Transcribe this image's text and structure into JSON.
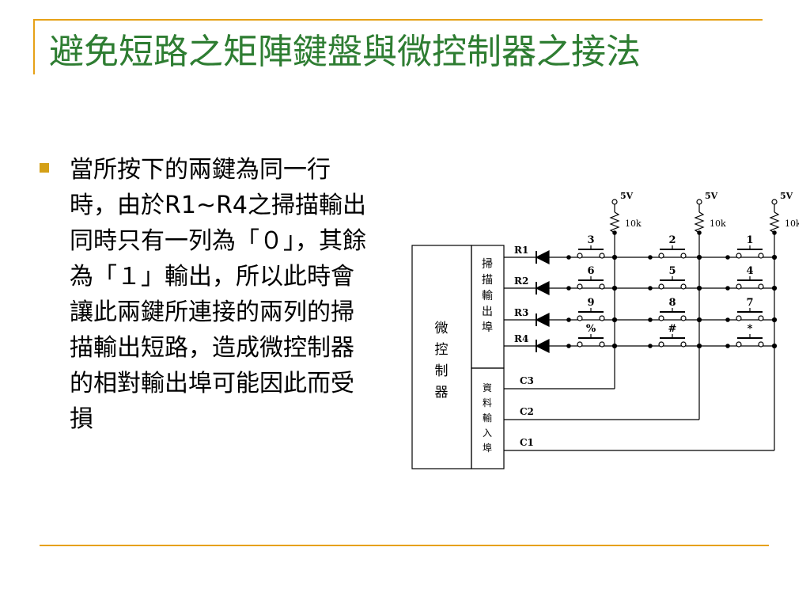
{
  "slide": {
    "title": "避免短路之矩陣鍵盤與微控制器之接法",
    "bullet": "當所按下的兩鍵為同一行時，由於R1~R4之掃描輸出同時只有一列為「０」，其餘為「１」輸出，所以此時會讓此兩鍵所連接的兩列的掃描輸出短路，造成微控制器的相對輸出埠可能因此而受損"
  },
  "circuit": {
    "mcu_label": "微控制器",
    "scan_port_label": "掃描輸出埠",
    "data_port_label": "資料輸入埠",
    "supply_label": "5V",
    "resistor_label": "10k",
    "row_labels": [
      "R1",
      "R2",
      "R3",
      "R4"
    ],
    "col_labels": [
      "C3",
      "C2",
      "C1"
    ],
    "keys": [
      [
        "3",
        "2",
        "1"
      ],
      [
        "6",
        "5",
        "4"
      ],
      [
        "9",
        "8",
        "7"
      ],
      [
        "%",
        "#",
        "*"
      ]
    ]
  }
}
